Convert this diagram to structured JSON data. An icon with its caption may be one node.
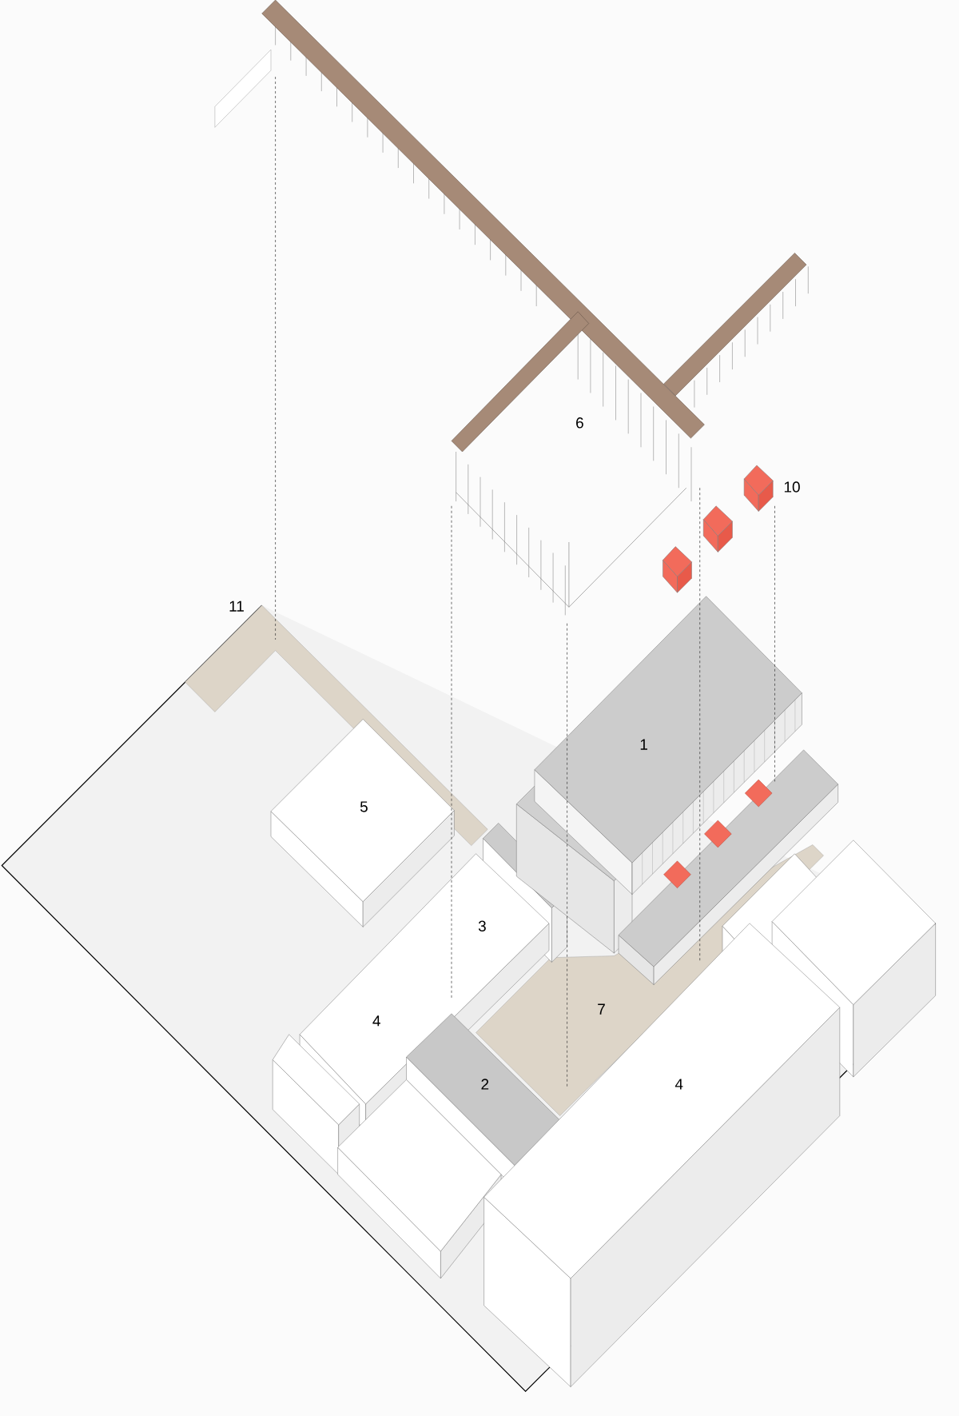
{
  "diagram": {
    "labels": [
      "6",
      "10",
      "11",
      "1",
      "5",
      "3",
      "7",
      "4",
      "4",
      "2"
    ]
  }
}
